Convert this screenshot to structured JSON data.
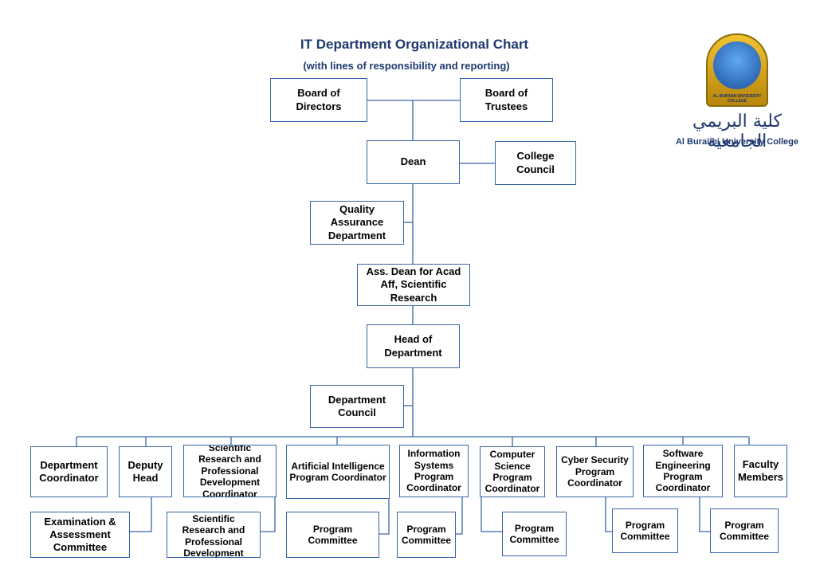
{
  "header": {
    "title": "IT Department Organizational Chart",
    "subtitle": "(with lines of responsibility and reporting)"
  },
  "logo": {
    "arabic_name": "كلية البريمي الجامعية",
    "english_name": "Al Buraimi University College",
    "seal_text": "AL BURAIMI UNIVERSITY COLLEGE"
  },
  "boxes": {
    "board_directors": "Board of Directors",
    "board_trustees": "Board of Trustees",
    "dean": "Dean",
    "college_council": "College Council",
    "qa_department": "Quality Assurance Department",
    "ass_dean": "Ass. Dean for Acad Aff, Scientific Research",
    "head_department": "Head of Department",
    "department_council": "Department Council",
    "department_coordinator": "Department Coordinator",
    "deputy_head": "Deputy Head",
    "research_coordinator": "Scientific Research and Professional Development Coordinator",
    "ai_coordinator": "Artificial Intelligence Program Coordinator",
    "is_coordinator": "Information Systems Program Coordinator",
    "cs_coordinator": "Computer Science Program Coordinator",
    "cyber_coordinator": "Cyber Security Program Coordinator",
    "se_coordinator": "Software Engineering Program Coordinator",
    "faculty_members": "Faculty Members",
    "exam_committee": "Examination & Assessment Committee",
    "research_committee": "Scientific Research and Professional Development Committee",
    "ai_committee": "Program Committee",
    "is_committee": "Program Committee",
    "cs_committee": "Program Committee",
    "cyber_committee": "Program Committee",
    "se_committee": "Program Committee"
  },
  "colors": {
    "line": "#3a66a8",
    "border": "#3a66a8",
    "title": "#1f3a6e"
  }
}
